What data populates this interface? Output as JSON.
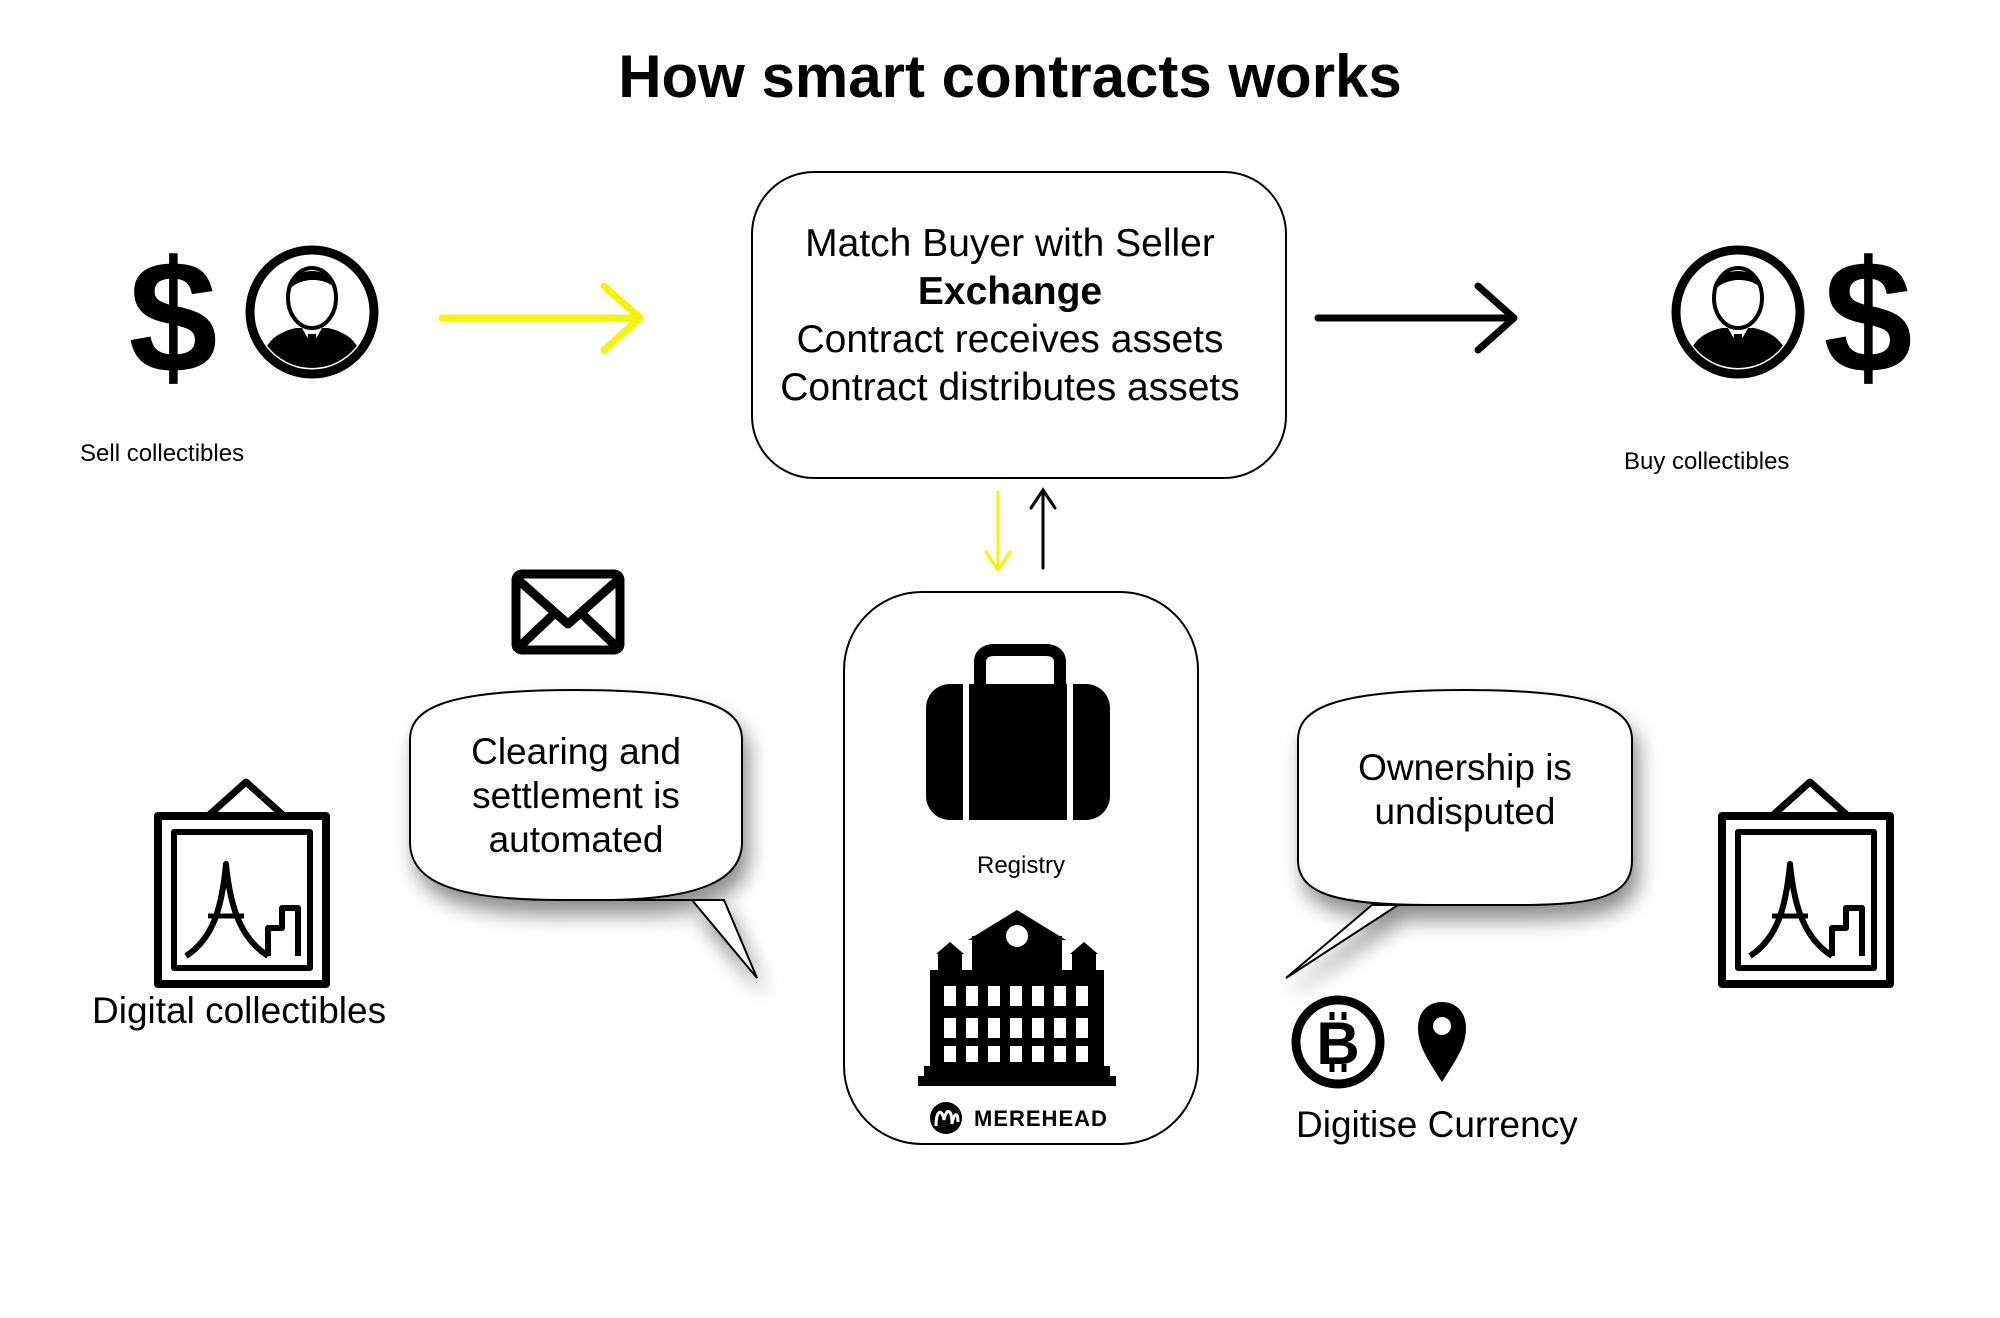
{
  "title": "How smart contracts works",
  "exchange_box": {
    "line1": "Match Buyer with Seller",
    "line2": "Exchange",
    "line3": "Contract receives assets",
    "line4": "Contract distributes assets"
  },
  "seller": {
    "label": "Sell collectibles"
  },
  "buyer": {
    "label": "Buy collectibles"
  },
  "registry": {
    "label": "Registry",
    "logo": "MEREHEAD"
  },
  "left_bubble": {
    "line1": "Clearing and",
    "line2": "settlement is",
    "line3": "automated"
  },
  "right_bubble": {
    "line1": "Ownership is",
    "line2": "undisputed"
  },
  "left_asset": {
    "label": "Digital collectibles"
  },
  "right_asset": {
    "label": "Digitise Currency"
  },
  "colors": {
    "accent_yellow": "#f5f500",
    "ink": "#000000"
  },
  "icons": [
    "dollar-icon",
    "businessman-icon",
    "envelope-icon",
    "picture-frame-icon",
    "briefcase-icon",
    "bank-building-icon",
    "bitcoin-icon",
    "location-pin-icon",
    "merehead-logo-icon"
  ]
}
